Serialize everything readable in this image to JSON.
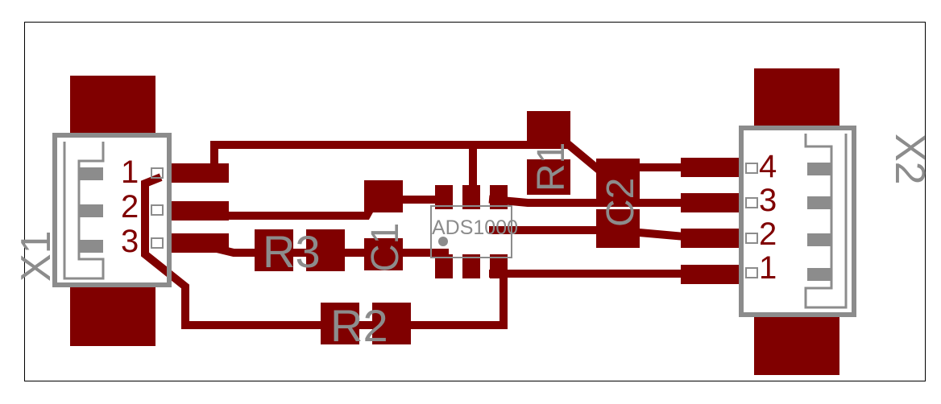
{
  "board": {
    "colors": {
      "copper": "#800000",
      "silk": "#8c8c8c",
      "background": "#ffffff",
      "outline": "#000000"
    }
  },
  "connectors": {
    "x1": {
      "name": "X1",
      "pins": [
        "1",
        "2",
        "3"
      ]
    },
    "x2": {
      "name": "X2",
      "pins": [
        "4",
        "3",
        "2",
        "1"
      ]
    }
  },
  "components": {
    "r1": "R1",
    "r2": "R2",
    "r3": "R3",
    "c1": "C1",
    "c2": "C2",
    "ic": "ADS1000"
  }
}
